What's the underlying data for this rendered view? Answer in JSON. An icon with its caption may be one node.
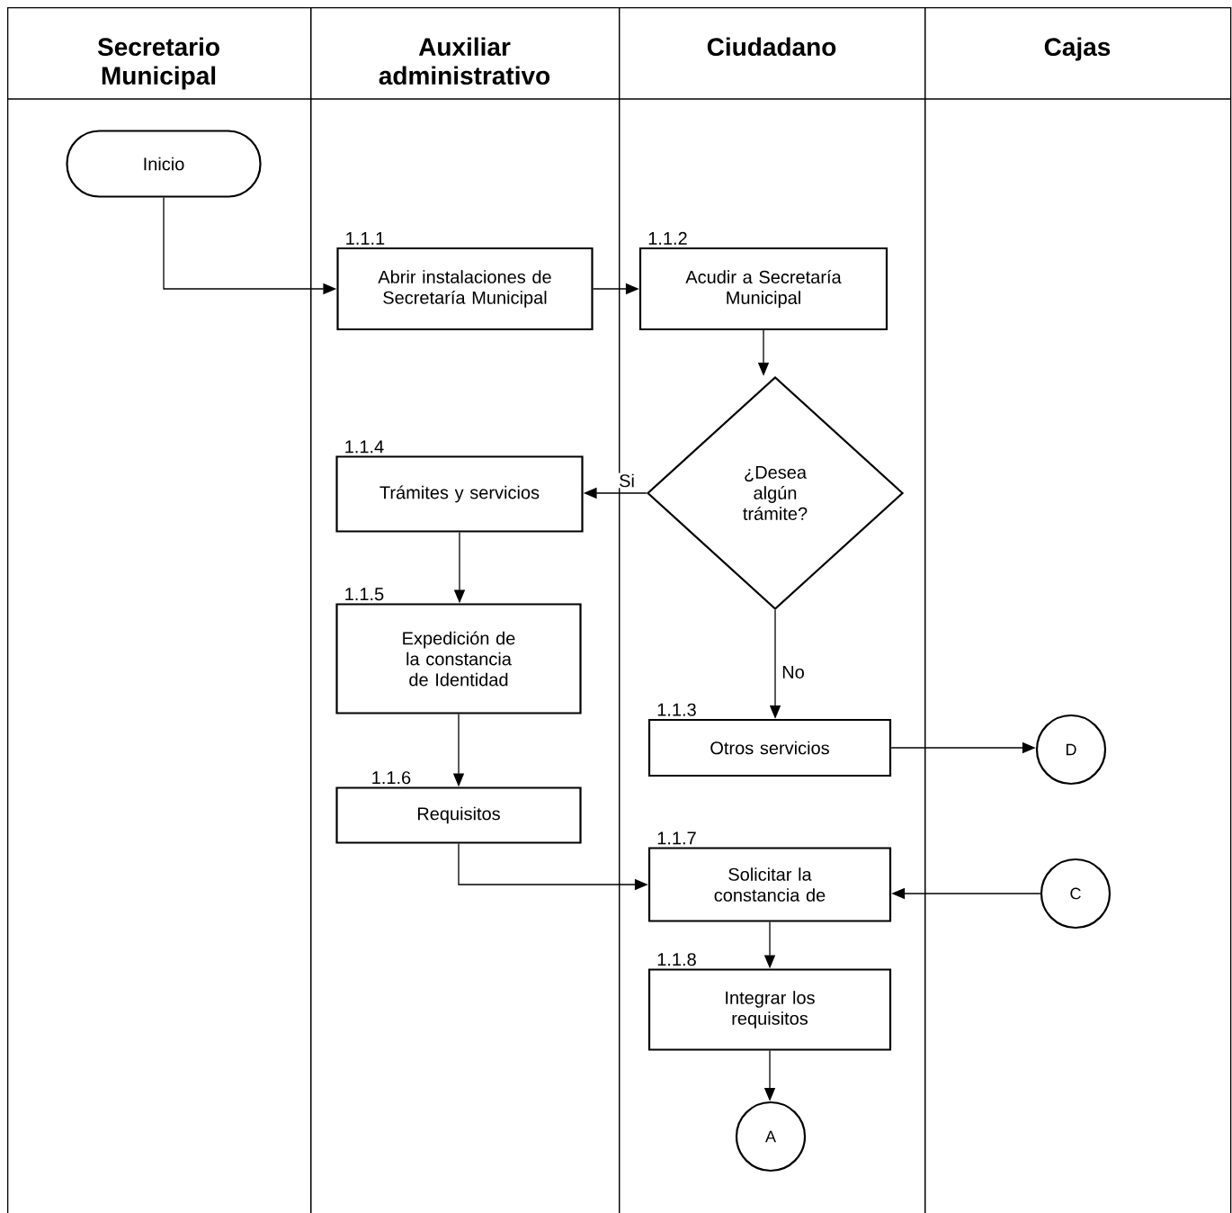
{
  "diagram": {
    "nodes": [
      {
        "text": [
          "Secretario Municipal"
        ]
      },
      {
        "text": [
          "Auxiliar administrativo"
        ]
      },
      {
        "text": [
          "Ciudadano"
        ]
      },
      {
        "text": [
          "Cajas"
        ]
      },
      {
        "text": [
          "Inicio"
        ],
        "in": 0
      },
      {
        "text": [
          "Abrir instalaciones de Secretaría Municipal"
        ],
        "beside": [
          "1.1.1"
        ],
        "in": 1
      },
      {
        "text": [
          "Acudir a Secretaría Municipal"
        ],
        "beside": [
          "1.1.2"
        ],
        "in": 2
      },
      {
        "text": [
          "¿Desea algún trámite?"
        ],
        "in": 2
      },
      {
        "text": [
          "Trámites y servicios"
        ],
        "beside": [
          "1.1.4"
        ],
        "in": 1
      },
      {
        "text": [
          "Expedición de la constancia de Identidad"
        ],
        "beside": [
          "1.1.5"
        ],
        "in": 1
      },
      {
        "text": [
          "Otros servicios"
        ],
        "beside": [
          "1.1.3"
        ],
        "in": 2
      },
      {
        "text": [
          "D"
        ],
        "in": 3
      },
      {
        "text": [
          "Requisitos"
        ],
        "beside": [
          "1.1.6"
        ],
        "in": 1
      },
      {
        "text": [
          "Solicitar la constancia de"
        ],
        "beside": [
          "1.1.7"
        ],
        "in": 2
      },
      {
        "text": [
          "C"
        ],
        "in": 3
      },
      {
        "text": [
          "Integrar los requisitos"
        ],
        "beside": [
          "1.1.8"
        ],
        "in": 2
      },
      {
        "text": [
          "A"
        ],
        "in": 2
      }
    ],
    "edges": [
      {
        "from": 4,
        "to": 5,
        "arrow": "to"
      },
      {
        "from": 5,
        "to": 6,
        "arrow": "to"
      },
      {
        "from": 6,
        "to": 7,
        "arrow": "to"
      },
      {
        "from": 7,
        "to": 8,
        "arrow": "to",
        "label": "Si"
      },
      {
        "from": 8,
        "to": 9,
        "arrow": "to"
      },
      {
        "from": 9,
        "to": 12,
        "arrow": "to"
      },
      {
        "from": 7,
        "to": 10,
        "arrow": "to",
        "label": "No"
      },
      {
        "from": 10,
        "to": 11,
        "arrow": "to"
      },
      {
        "from": 12,
        "to": 13,
        "arrow": "to"
      },
      {
        "from": 14,
        "to": 13,
        "arrow": "to"
      },
      {
        "from": 13,
        "to": 15,
        "arrow": "to"
      },
      {
        "from": 15,
        "to": 16,
        "arrow": "to"
      }
    ]
  }
}
